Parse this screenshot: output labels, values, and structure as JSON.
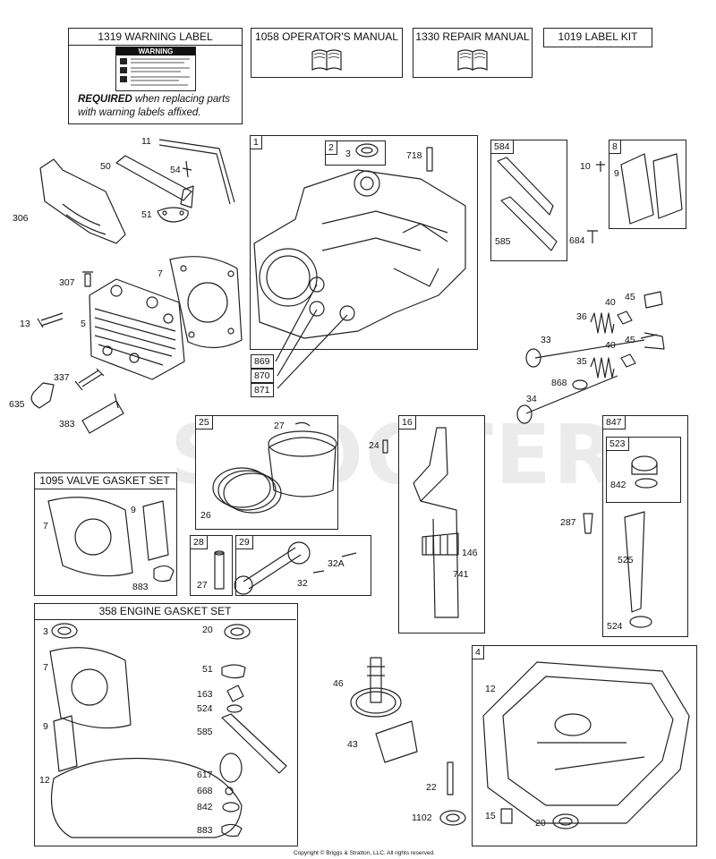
{
  "warning_label": {
    "title": "1319 WARNING LABEL",
    "label_heading": "WARNING",
    "required_word": "REQUIRED",
    "required_rest": "when replacing parts with warning labels affixed."
  },
  "operators_manual": {
    "title": "1058 OPERATOR'S MANUAL"
  },
  "repair_manual": {
    "title": "1330 REPAIR MANUAL"
  },
  "label_kit": {
    "title": "1019 LABEL KIT"
  },
  "valve_gasket_set": {
    "title": "1095 VALVE GASKET SET",
    "parts": [
      "7",
      "9",
      "883"
    ]
  },
  "engine_gasket_set": {
    "title": "358 ENGINE GASKET SET",
    "parts": [
      "3",
      "7",
      "9",
      "12",
      "20",
      "51",
      "163",
      "524",
      "585",
      "617",
      "668",
      "842",
      "883"
    ]
  },
  "group_boxes": {
    "crankcase": "1",
    "seal": "2",
    "gasket_584": "584",
    "breather": "8",
    "piston": "25",
    "crankshaft": "16",
    "dipstick": "847",
    "dipstick_cap": "523",
    "pin": "28",
    "conn_rod": "29",
    "sump": "4"
  },
  "callouts": {
    "c11": "11",
    "c50": "50",
    "c54": "54",
    "c51": "51",
    "c306": "306",
    "c3": "3",
    "c718": "718",
    "c585": "585",
    "c684": "684",
    "c10": "10",
    "c9": "9",
    "c307": "307",
    "c7": "7",
    "c13": "13",
    "c5": "5",
    "c869": "869",
    "c870": "870",
    "c871": "871",
    "c40a": "40",
    "c45a": "45",
    "c36": "36",
    "c33": "33",
    "c40b": "40",
    "c45b": "45",
    "c35": "35",
    "c868": "868",
    "c34": "34",
    "c337": "337",
    "c635": "635",
    "c383": "383",
    "c27": "27",
    "c26": "26",
    "c24": "24",
    "c146": "146",
    "c741": "741",
    "c842": "842",
    "c287": "287",
    "c525": "525",
    "c524": "524",
    "c27b": "27",
    "c32a": "32A",
    "c32": "32",
    "c46": "46",
    "c43": "43",
    "c22": "22",
    "c1102": "1102",
    "c12": "12",
    "c15": "15",
    "c20": "20"
  },
  "watermark": {
    "text": "SCOOTER"
  },
  "copyright": "Copyright © Briggs & Stratton, LLC. All rights reserved."
}
